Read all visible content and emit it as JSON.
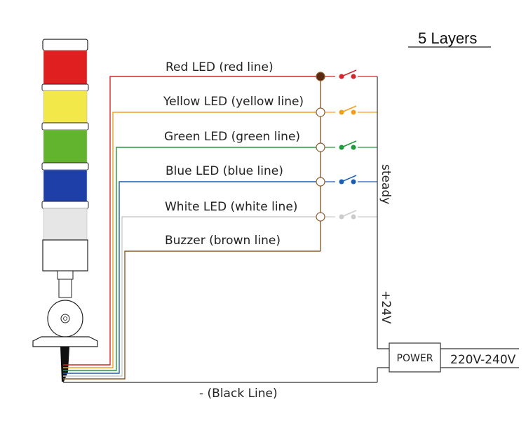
{
  "title": "5 Layers",
  "wires": [
    {
      "label": "Red LED (red line)",
      "color": "#d8232a",
      "node_fill": "#5a2b12",
      "switch_color": "#d8232a"
    },
    {
      "label": "Yellow LED (yellow line)",
      "color": "#f0a020",
      "node_fill": "#ffffff",
      "switch_color": "#f0a020"
    },
    {
      "label": "Green LED (green line)",
      "color": "#1f9a3a",
      "node_fill": "#ffffff",
      "switch_color": "#1f9a3a"
    },
    {
      "label": "Blue LED (blue line)",
      "color": "#1a5fb4",
      "node_fill": "#ffffff",
      "switch_color": "#1a5fb4"
    },
    {
      "label": "White LED (white line)",
      "color": "#cccccc",
      "node_fill": "#ffffff",
      "switch_color": "#cccccc"
    },
    {
      "label": "Buzzer (brown line)",
      "color": "#8b5a2b",
      "node_fill": null,
      "switch_color": null
    }
  ],
  "steady_label": "steady",
  "plus_label": "+24V",
  "power_label": "POWER",
  "mains_label": "220V-240V",
  "ground_label": "- (Black Line)",
  "tower_colors": [
    "#e02020",
    "#f2e84a",
    "#62b32e",
    "#1e3fa8",
    "#e6e6e6"
  ]
}
